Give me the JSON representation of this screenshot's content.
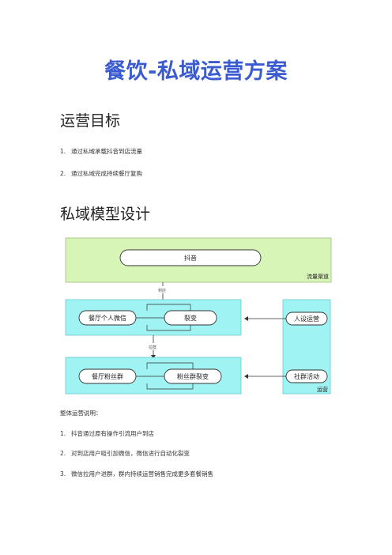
{
  "doc": {
    "title": "餐饮-私域运营方案",
    "section1": {
      "heading": "运营目标",
      "items": [
        {
          "num": "1.",
          "text": "通过私域承载抖音到店流量"
        },
        {
          "num": "2.",
          "text": "通过私域完成持续餐厅复购"
        }
      ]
    },
    "section2": {
      "heading": "私域模型设计"
    },
    "description": {
      "label": "整体运营说明：",
      "items": [
        {
          "num": "1.",
          "text": "抖音通过原有操作引流用户到店"
        },
        {
          "num": "2.",
          "text": "对到店用户吸引加微信，微信进行自动化裂变"
        },
        {
          "num": "3.",
          "text": "微信拉用户进群，群内持续运营销售完成更多套餐销售"
        }
      ]
    }
  },
  "diagram": {
    "nodes": {
      "douyin": "抖音",
      "traffic_channel": "流量渠道",
      "arrive_store": "到店",
      "restaurant_wechat": "餐厅个人微信",
      "fission": "裂变",
      "pull_group": "拉群",
      "restaurant_fans_group": "餐厅粉丝群",
      "fans_group_fission": "粉丝群裂变",
      "persona_ops": "人设运营",
      "community_activity": "社群活动",
      "operations": "运营"
    },
    "colors": {
      "traffic_group_fill": "#d8f5b8",
      "cyan_group_fill": "#9ff3f3",
      "node_fill": "#ffffff",
      "stroke": "#333333"
    }
  }
}
